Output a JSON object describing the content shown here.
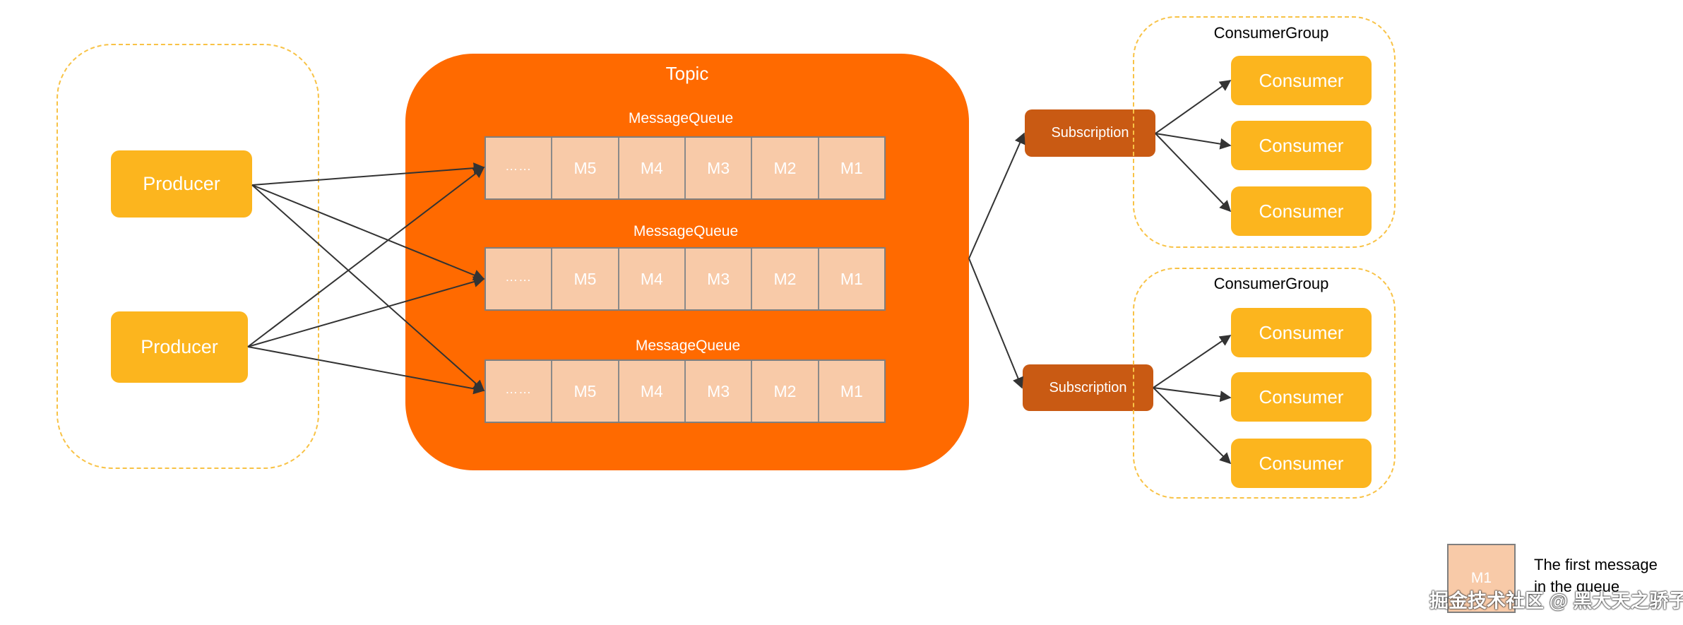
{
  "topic": {
    "title": "Topic"
  },
  "queues": [
    {
      "label": "MessageQueue",
      "cells": [
        "……",
        "M5",
        "M4",
        "M3",
        "M2",
        "M1"
      ]
    },
    {
      "label": "MessageQueue",
      "cells": [
        "……",
        "M5",
        "M4",
        "M3",
        "M2",
        "M1"
      ]
    },
    {
      "label": "MessageQueue",
      "cells": [
        "……",
        "M5",
        "M4",
        "M3",
        "M2",
        "M1"
      ]
    }
  ],
  "producers": [
    "Producer",
    "Producer"
  ],
  "subscriptions": [
    "Subscription",
    "Subscription"
  ],
  "consumer_groups": [
    {
      "label": "ConsumerGroup",
      "consumers": [
        "Consumer",
        "Consumer",
        "Consumer"
      ]
    },
    {
      "label": "ConsumerGroup",
      "consumers": [
        "Consumer",
        "Consumer",
        "Consumer"
      ]
    }
  ],
  "legend": {
    "cell": "M1",
    "text_line1": "The first message",
    "text_line2": "in the queue"
  },
  "watermark": "掘金技术社区 @ 黑大天之骄子",
  "colors": {
    "topic": "#ff6a00",
    "producer_consumer": "#fcb51e",
    "subscription": "#c95a13",
    "queue_cell": "#f8caa8",
    "group_border": "#f8c245",
    "arrow": "#333333"
  }
}
